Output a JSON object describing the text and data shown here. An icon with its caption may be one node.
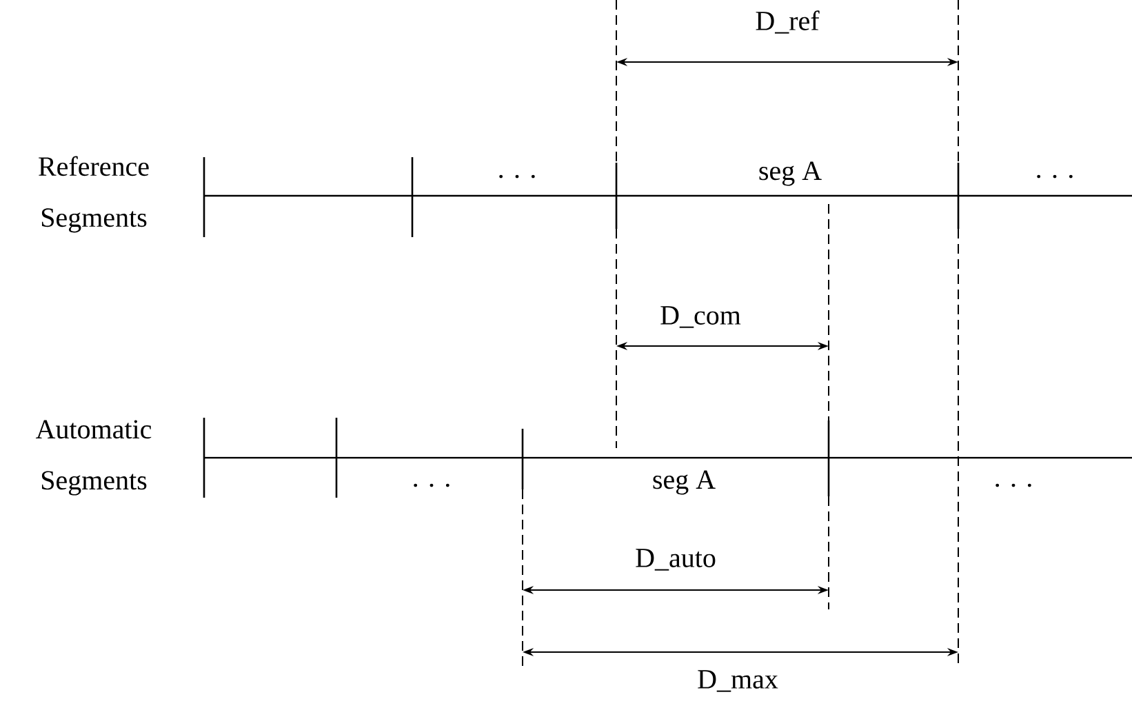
{
  "diagram": {
    "labels": [
      "D_ref",
      "Reference Segments",
      ". . .",
      "seg A",
      ". . .",
      "D_com",
      "Automatic Segments",
      ". . .",
      "seg A",
      ". . .",
      "D_auto",
      "D_max"
    ]
  }
}
